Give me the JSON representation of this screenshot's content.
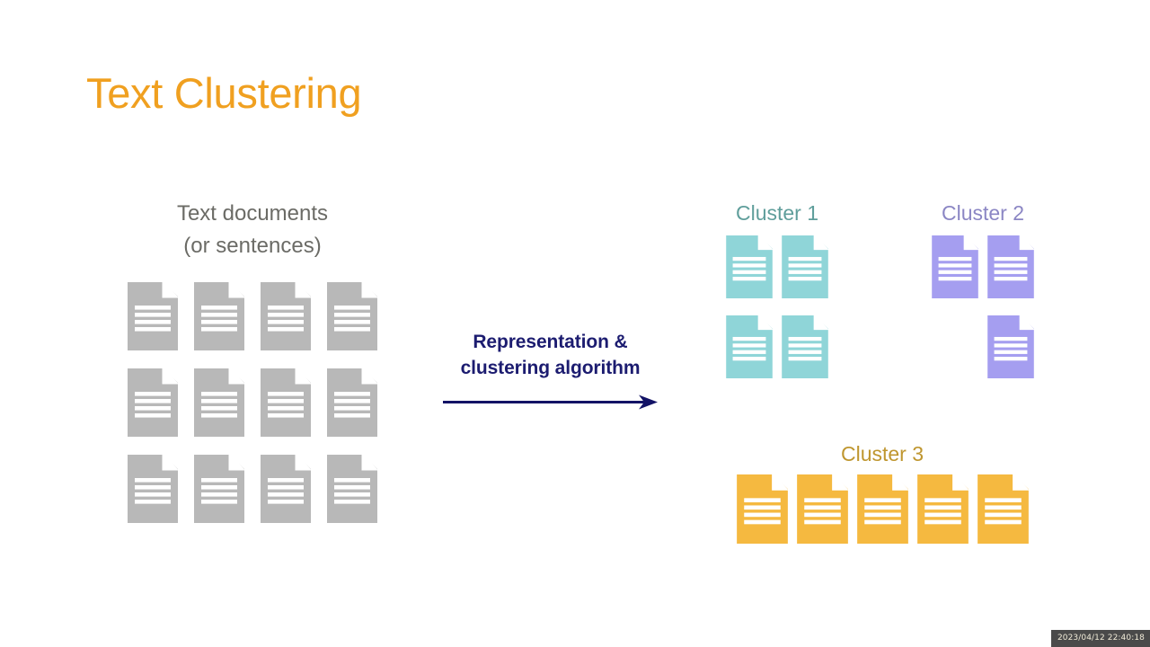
{
  "slide": {
    "title": "Text Clustering",
    "title_color": "#f0a020",
    "background": "#ffffff"
  },
  "left_panel": {
    "caption_line_1": "Text documents",
    "caption_line_2": "(or sentences)",
    "caption_color": "#6b6b66",
    "doc_color": "#b8b8b8",
    "doc_count": 12,
    "grid_columns": 4,
    "grid_rows": 3
  },
  "transform": {
    "label_line_1": "Representation &",
    "label_line_2": "clustering algorithm",
    "label_color": "#1c1c70",
    "arrow": {
      "name": "right-arrow",
      "color": "#131366",
      "direction": "right"
    }
  },
  "clusters": [
    {
      "id": "cluster-1",
      "title": "Cluster 1",
      "title_color": "#5f9e9b",
      "doc_color": "#8fd5d8",
      "doc_count": 4,
      "columns": 2,
      "slots": [
        1,
        1,
        1,
        1
      ]
    },
    {
      "id": "cluster-2",
      "title": "Cluster 2",
      "title_color": "#8b86c4",
      "doc_color": "#a59ef0",
      "doc_count": 3,
      "columns": 2,
      "slots": [
        1,
        1,
        0,
        1
      ]
    },
    {
      "id": "cluster-3",
      "title": "Cluster 3",
      "title_color": "#bf962f",
      "doc_color": "#f5b940",
      "doc_count": 5,
      "columns": 5,
      "slots": [
        1,
        1,
        1,
        1,
        1
      ]
    }
  ],
  "overlay": {
    "timestamp": "2023/04/12 22:40:18",
    "timestamp_bg": "#4a4a4a",
    "timestamp_color": "#f0ebd8"
  },
  "icons": {
    "document": "document-icon",
    "arrow": "right-arrow-icon"
  }
}
